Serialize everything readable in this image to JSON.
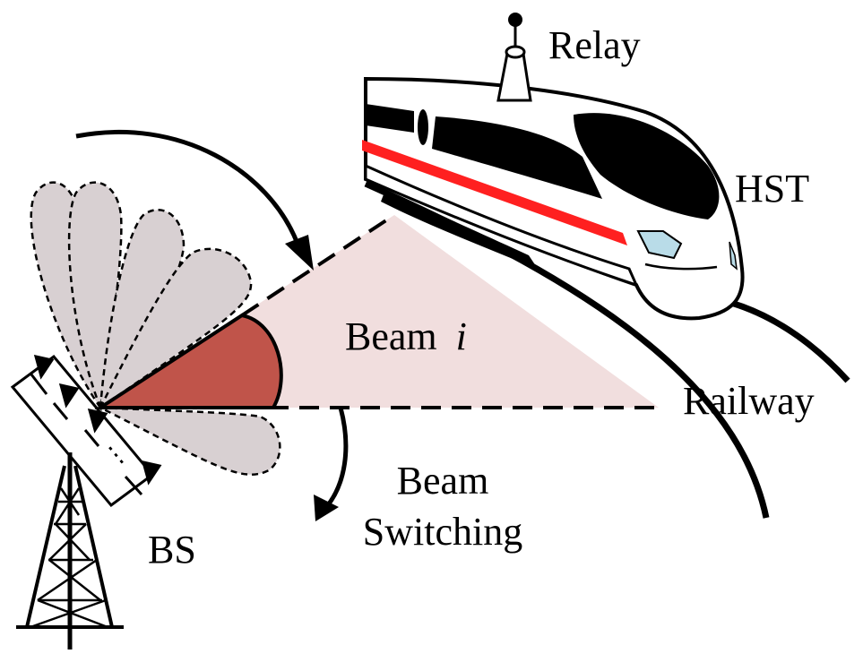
{
  "labels": {
    "relay": "Relay",
    "hst": "HST",
    "beam_word": "Beam",
    "beam_index": "i",
    "railway": "Railway",
    "switching_line1": "Beam",
    "switching_line2": "Switching",
    "bs": "BS",
    "dots": "⋮"
  },
  "colors": {
    "active_beam": "#c0544a",
    "coverage": "#f1dede",
    "candidate_beam": "#d8d0d2",
    "train_stripe": "#ff2020",
    "train_window": "#000000",
    "headlight": "#b9dce8"
  }
}
